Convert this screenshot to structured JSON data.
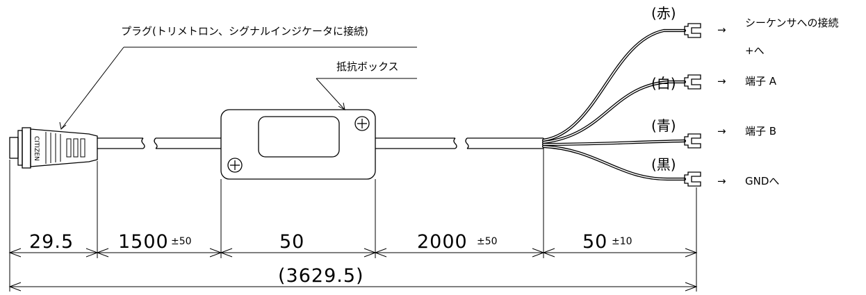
{
  "labels": {
    "plug": "プラグ(トリメトロン、シグナルインジケータに接続)",
    "resistor_box": "抵抗ボックス",
    "brand": "CITIZEN"
  },
  "wires": [
    {
      "color": "(赤)",
      "arrow": "→",
      "dest": "シーケンサへの接続",
      "dest2": "+へ"
    },
    {
      "color": "(白)",
      "arrow": "→",
      "dest": "端子 A"
    },
    {
      "color": "(青)",
      "arrow": "→",
      "dest": "端子 B"
    },
    {
      "color": "(黒)",
      "arrow": "→",
      "dest": "GNDへ"
    }
  ],
  "dimensions": [
    {
      "value": "29.5",
      "tolerance": ""
    },
    {
      "value": "1500",
      "tolerance": "±50"
    },
    {
      "value": "50",
      "tolerance": ""
    },
    {
      "value": "2000",
      "tolerance": "±50"
    },
    {
      "value": "50",
      "tolerance": "±10"
    }
  ],
  "total": "(3629.5)"
}
